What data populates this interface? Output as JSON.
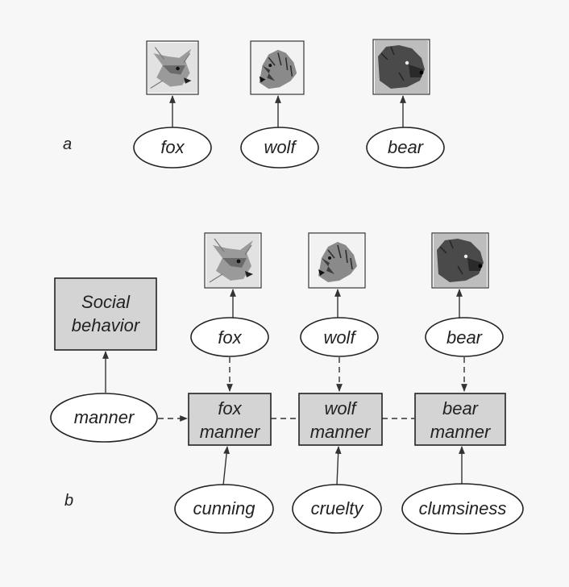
{
  "panel_a": {
    "label": "a",
    "nodes": {
      "fox": "fox",
      "wolf": "wolf",
      "bear": "bear"
    },
    "images": [
      "fox-image",
      "wolf-image",
      "bear-image"
    ]
  },
  "panel_b": {
    "label": "b",
    "social_behavior": {
      "line1": "Social",
      "line2": "behavior"
    },
    "manner": "manner",
    "animals": {
      "fox": "fox",
      "wolf": "wolf",
      "bear": "bear"
    },
    "combos": {
      "fox": {
        "line1": "fox",
        "line2": "manner"
      },
      "wolf": {
        "line1": "wolf",
        "line2": "manner"
      },
      "bear": {
        "line1": "bear",
        "line2": "manner"
      }
    },
    "traits": {
      "fox": "cunning",
      "wolf": "cruelty",
      "bear": "clumsiness"
    }
  },
  "colors": {
    "box_fill": "#d4d4d4",
    "ellipse_fill": "#ffffff",
    "stroke": "#222222"
  }
}
